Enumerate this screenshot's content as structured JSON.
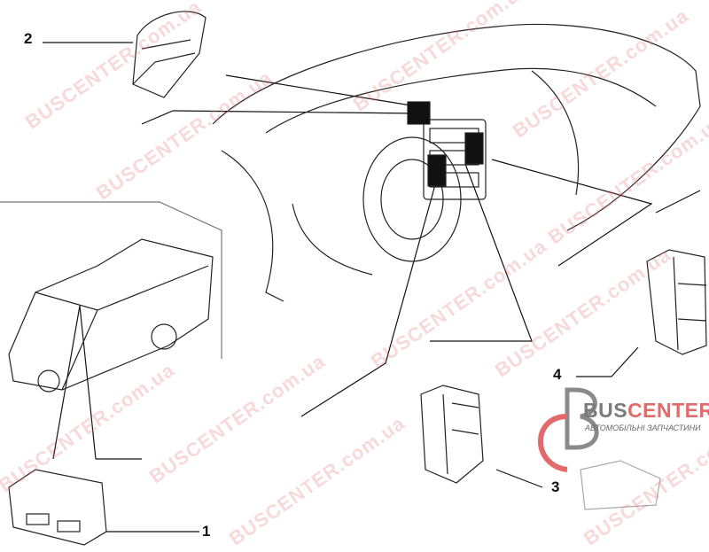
{
  "callouts": [
    {
      "label": "1"
    },
    {
      "label": "2"
    },
    {
      "label": "3"
    },
    {
      "label": "4"
    }
  ],
  "watermark": {
    "text": "BUSCENTER.com.ua"
  },
  "logo": {
    "bus": "BUS",
    "center": "CENTER",
    "subtitle": "АВТОМОБІЛЬНІ ЗАПЧАСТИНИ"
  },
  "colors": {
    "accent": "#e26a6a",
    "gray": "#7a7a7a"
  }
}
